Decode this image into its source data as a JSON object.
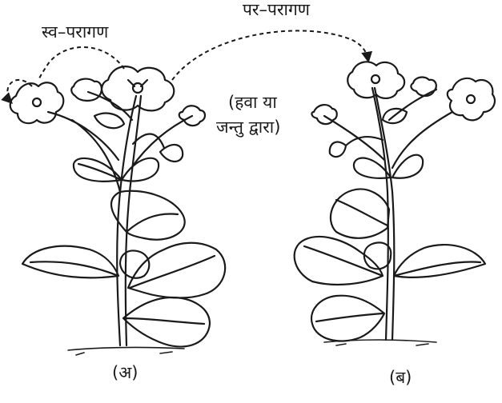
{
  "labels": {
    "self_pollination": "स्व–परागण",
    "cross_pollination": "पर–परागण",
    "agent_line1": "(हवा या",
    "agent_line2": "जन्तु द्वारा)"
  },
  "captions": {
    "plant_a": "(अ)",
    "plant_b": "(ब)"
  },
  "colors": {
    "ink": "#1a1a1a",
    "background": "#ffffff"
  }
}
